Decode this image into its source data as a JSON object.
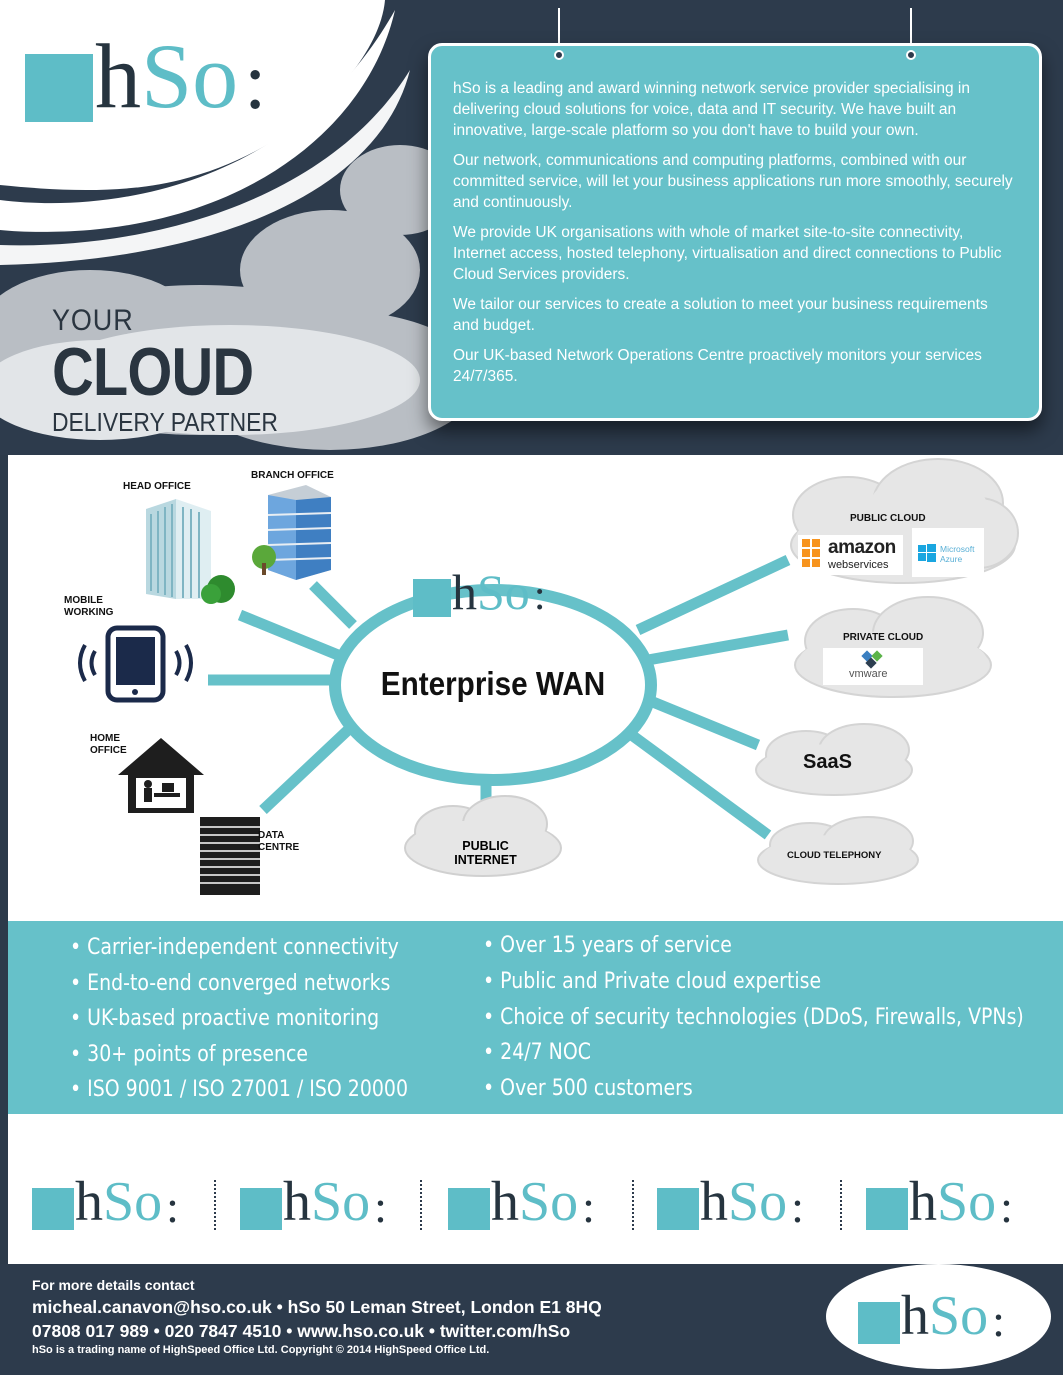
{
  "brand": {
    "name_h": "h",
    "name_so": "So",
    "colon": ":",
    "teal": "#5ebdc7",
    "navy": "#2d3b4c"
  },
  "intro": {
    "paragraphs": [
      "hSo is a leading and award winning network service provider specialising in delivering cloud solutions for voice, data and IT security. We have built an innovative, large-scale platform so you don't have to build your own.",
      "Our network, communications and computing platforms, combined with our committed service, will let your business applications run more smoothly, securely and continuously.",
      "We provide UK organisations with whole of market site-to-site connectivity, Internet access, hosted telephony, virtualisation and direct connections to Public Cloud Services providers.",
      "We tailor our services to create a solution to meet your business requirements and budget.",
      "Our UK-based Network Operations Centre proactively monitors your services 24/7/365."
    ]
  },
  "slogan": {
    "line1": "YOUR",
    "line2": "CLOUD",
    "line3": "DELIVERY PARTNER"
  },
  "diagram": {
    "center": "Enterprise WAN",
    "head_office": "HEAD OFFICE",
    "branch_office": "BRANCH OFFICE",
    "mobile_1": "MOBILE",
    "mobile_2": "WORKING",
    "home_1": "HOME",
    "home_2": "OFFICE",
    "data_1": "DATA",
    "data_2": "CENTRE",
    "public_internet_1": "PUBLIC",
    "public_internet_2": "INTERNET",
    "public_cloud": "PUBLIC CLOUD",
    "amazon": "amazon",
    "aws": "webservices",
    "ms_1": "Microsoft",
    "ms_2": "Azure",
    "private_cloud": "PRIVATE CLOUD",
    "vmware": "vmware",
    "saas": "SaaS",
    "cloud_telephony": "CLOUD TELEPHONY"
  },
  "features": {
    "left": [
      "• Carrier-independent connectivity",
      "• End-to-end converged networks",
      "• UK-based proactive monitoring",
      "• 30+ points of presence",
      "• ISO 9001 / ISO 27001 / ISO 20000"
    ],
    "right": [
      "• Over 15 years of service",
      "• Public and Private cloud expertise",
      "• Choice of security technologies (DDoS, Firewalls, VPNs)",
      "• 24/7 NOC",
      "• Over 500 customers"
    ]
  },
  "footer": {
    "heading": "For more details contact",
    "line1": "micheal.canavon@hso.co.uk • hSo 50 Leman Street, London E1 8HQ",
    "line2": "07808 017 989 • 020 7847 4510 • www.hso.co.uk • twitter.com/hSo",
    "legal": "hSo is a trading name of HighSpeed Office Ltd. Copyright © 2014 HighSpeed Office Ltd."
  }
}
